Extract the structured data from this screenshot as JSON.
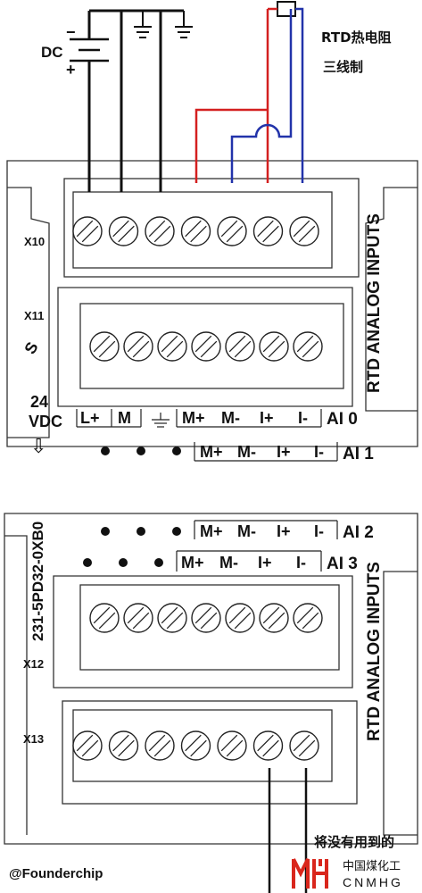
{
  "power": {
    "dc_label": "DC",
    "minus": "−",
    "plus": "+"
  },
  "rtd": {
    "title": "RTD热电阻",
    "subtitle": "三线制"
  },
  "module_upper": {
    "connector_top": "X10",
    "connector_bottom": "X11",
    "side_label": "RTD ANALOG INPUTS",
    "supply_label_line1": "24",
    "supply_label_line2": "VDC",
    "arrow": "⇩",
    "row1": [
      "L+",
      "M",
      "M+",
      "M-",
      "I+",
      "I-"
    ],
    "row1_channel": "AI 0",
    "row2": [
      "M+",
      "M-",
      "I+",
      "I-"
    ],
    "row2_channel": "AI 1"
  },
  "module_lower": {
    "part_number": "231-5PD32-0XB0",
    "connector_top": "X12",
    "connector_bottom": "X13",
    "side_label": "RTD ANALOG INPUTS",
    "row1": [
      "M+",
      "M-",
      "I+",
      "I-"
    ],
    "row1_channel": "AI 2",
    "row2": [
      "M+",
      "M-",
      "I+",
      "I-"
    ],
    "row2_channel": "AI 3"
  },
  "note": "将没有用到的",
  "watermark": "@Founderchip",
  "logo": {
    "cn": "中国煤化工",
    "en": "CNMHG",
    "colors": {
      "logo_red": "#d9261c"
    }
  },
  "colors": {
    "wire_red": "#d42020",
    "wire_blue": "#2233aa",
    "wire_black": "#111111",
    "module_line": "#333333"
  }
}
